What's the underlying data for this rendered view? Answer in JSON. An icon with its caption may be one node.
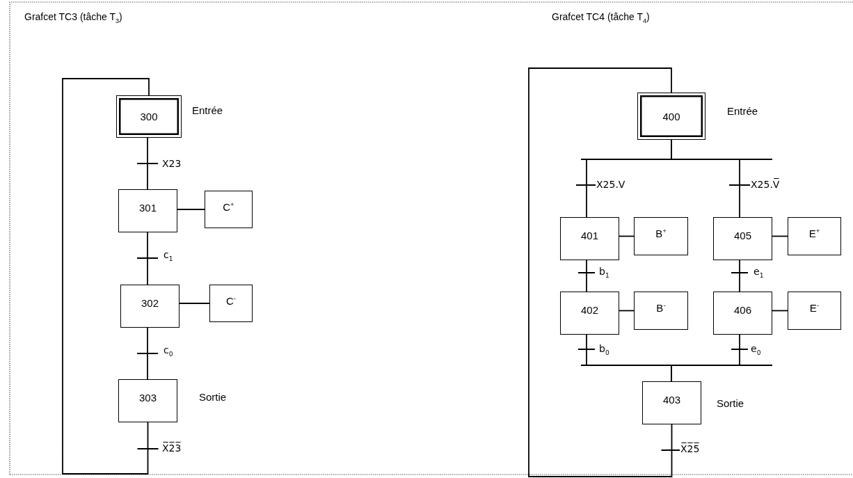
{
  "diagram": {
    "nodes": [
      {
        "text": [
          "300"
        ],
        "beside": [
          "Entrée"
        ]
      },
      {
        "text": [
          "301"
        ]
      },
      {
        "text": [
          "C$^{+}$"
        ]
      },
      {
        "text": [
          "302"
        ]
      },
      {
        "text": [
          "C$^{-}$"
        ]
      },
      {
        "text": [
          "303"
        ],
        "beside": [
          "Sortie"
        ]
      },
      {
        "text": [
          "400"
        ],
        "beside": [
          "Entrée"
        ]
      },
      {
        "text": [
          "401"
        ]
      },
      {
        "text": [
          "B$^{+}$"
        ]
      },
      {
        "text": [
          "405"
        ]
      },
      {
        "text": [
          "E$^{+}$"
        ]
      },
      {
        "text": [
          "402"
        ]
      },
      {
        "text": [
          "B$^{-}$"
        ]
      },
      {
        "text": [
          "406"
        ]
      },
      {
        "text": [
          "E$^{-}$"
        ]
      },
      {
        "text": [
          "403"
        ],
        "beside": [
          "Sortie"
        ]
      }
    ],
    "edges": [
      {
        "from": 0,
        "to": 1,
        "arrow": "none",
        "label": "X23"
      },
      {
        "from": 1,
        "to": 2,
        "arrow": "none"
      },
      {
        "from": 1,
        "to": 3,
        "arrow": "none",
        "label": "c$_{1}$"
      },
      {
        "from": 3,
        "to": 4,
        "arrow": "none"
      },
      {
        "from": 3,
        "to": 5,
        "arrow": "none",
        "label": "c$_{0}$"
      },
      {
        "from": 5,
        "to": 0,
        "arrow": "none",
        "label": "X̅2̅3̅"
      },
      {
        "from": 6,
        "to": 7,
        "arrow": "none",
        "label": "X25.V"
      },
      {
        "from": 6,
        "to": 9,
        "arrow": "none",
        "label": "X25.V̅"
      },
      {
        "from": 7,
        "to": 8,
        "arrow": "none"
      },
      {
        "from": 9,
        "to": 10,
        "arrow": "none"
      },
      {
        "from": 7,
        "to": 11,
        "arrow": "none",
        "label": "b$_{1}$"
      },
      {
        "from": 9,
        "to": 13,
        "arrow": "none",
        "label": "e$_{1}$"
      },
      {
        "from": 11,
        "to": 12,
        "arrow": "none"
      },
      {
        "from": 13,
        "to": 14,
        "arrow": "none"
      },
      {
        "from": 11,
        "to": 15,
        "arrow": "none",
        "label": "b$_{0}$"
      },
      {
        "from": 13,
        "to": 15,
        "arrow": "none",
        "label": "e$_{0}$"
      },
      {
        "from": 15,
        "to": 6,
        "arrow": "none",
        "label": "X̅2̅5̅"
      }
    ],
    "labels": [
      "Grafcet TC3 (tâche T$_{3}$)",
      "Grafcet TC4 (tâche T$_{4}$)"
    ]
  }
}
